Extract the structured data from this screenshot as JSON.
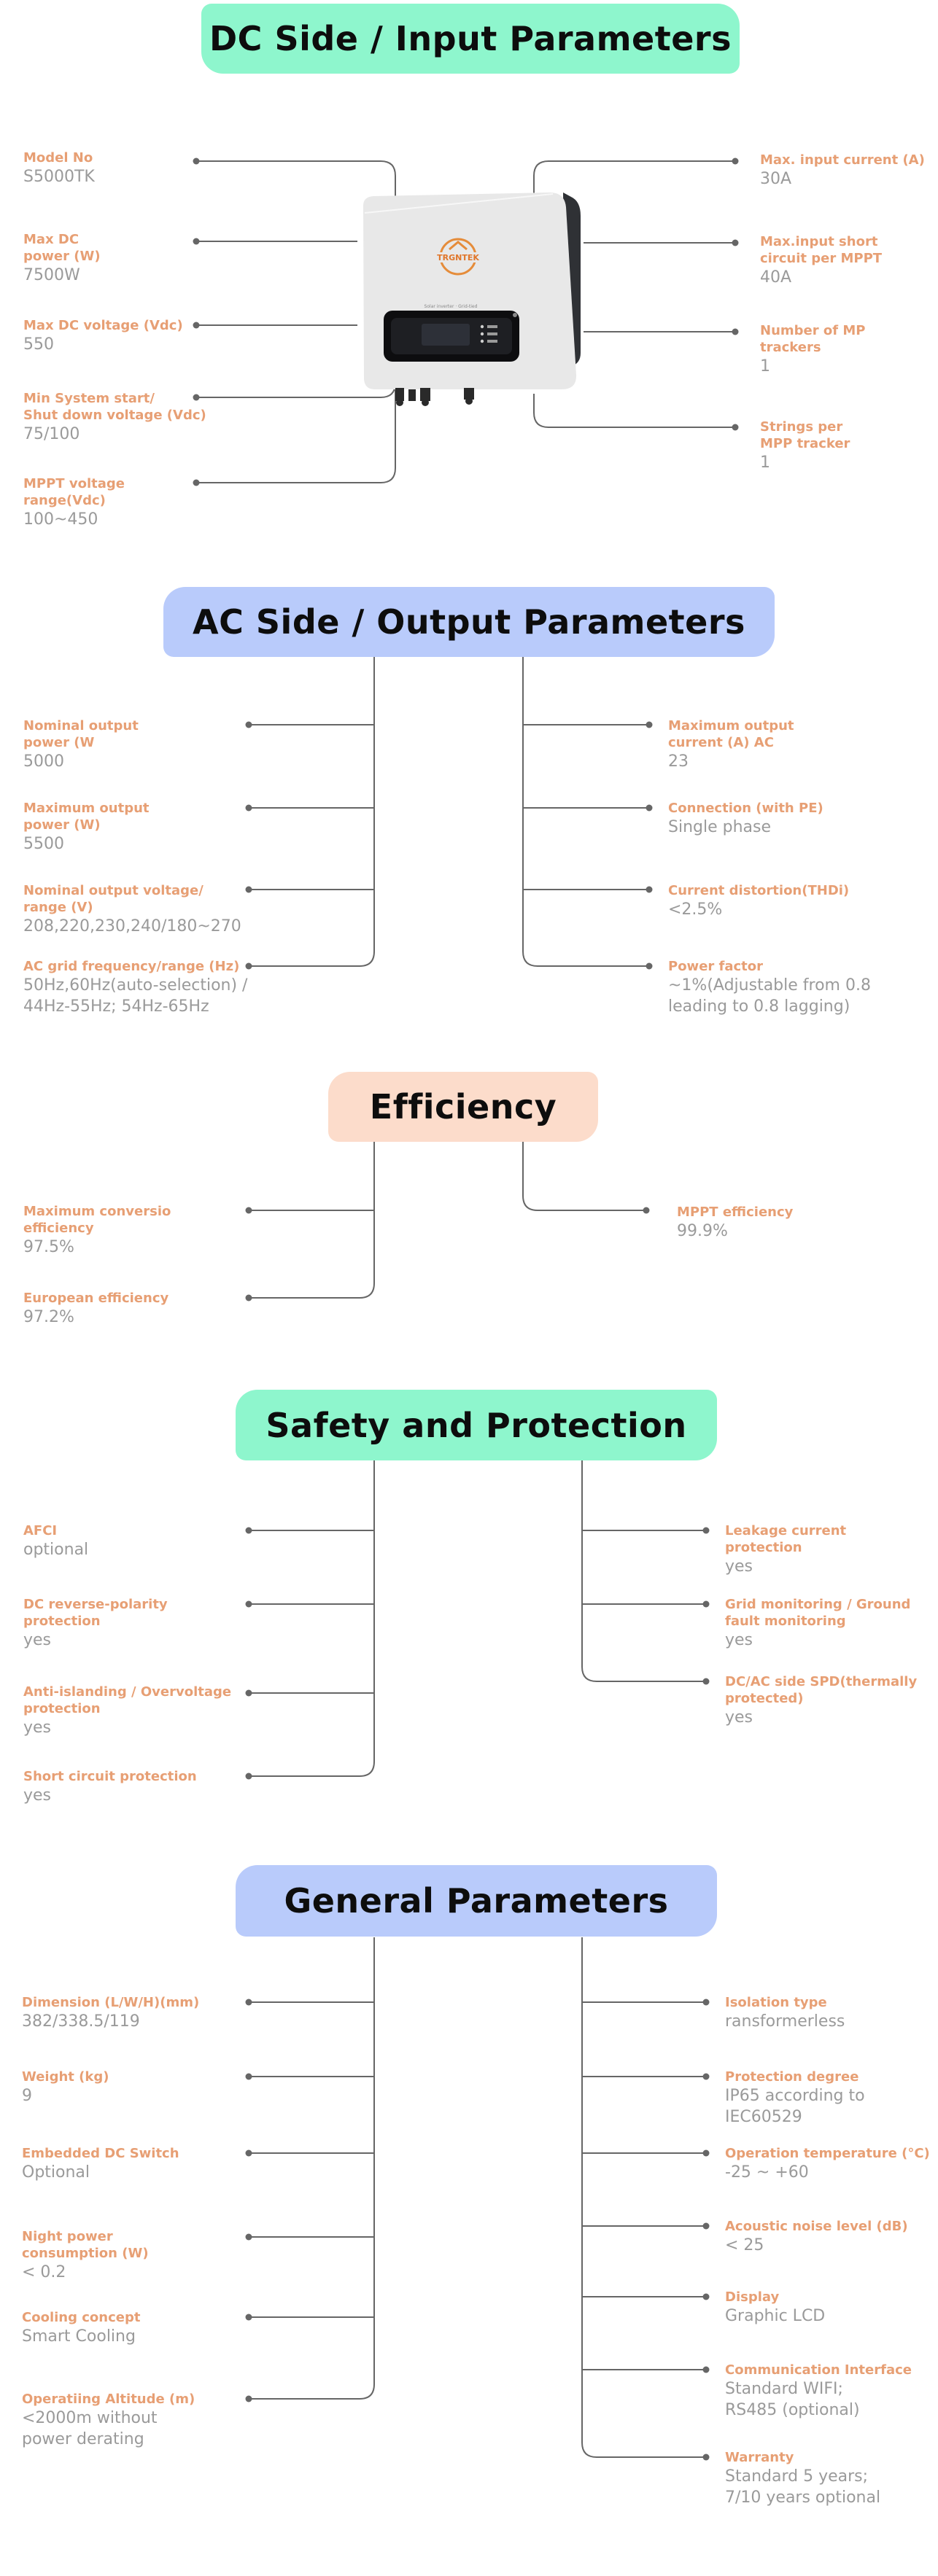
{
  "sections": {
    "dc": {
      "title": "DC Side / Input Parameters",
      "left": [
        {
          "label": "Model No",
          "value": "S5000TK"
        },
        {
          "label": "Max DC\npower (W)",
          "value": "7500W"
        },
        {
          "label": "Max DC voltage (Vdc)",
          "value": "550"
        },
        {
          "label": "Min System start/\nShut down voltage (Vdc)",
          "value": "75/100"
        },
        {
          "label": "MPPT voltage\nrange(Vdc)",
          "value": "100~450"
        }
      ],
      "right": [
        {
          "label": "Max. input current (A)",
          "value": "30A"
        },
        {
          "label": "Max.input short\ncircuit per MPPT",
          "value": "40A"
        },
        {
          "label": "Number of MP\n trackers",
          "value": "1"
        },
        {
          "label": "Strings per\nMPP tracker",
          "value": "1"
        }
      ]
    },
    "ac": {
      "title": "AC Side / Output Parameters",
      "left": [
        {
          "label": "Nominal output\npower (W",
          "value": "5000"
        },
        {
          "label": "Maximum output\npower (W)",
          "value": "5500"
        },
        {
          "label": "Nominal output voltage/\nrange (V)",
          "value": "208,220,230,240/180~270"
        },
        {
          "label": "AC grid frequency/range (Hz)",
          "value": "50Hz,60Hz(auto-selection) /\n44Hz-55Hz; 54Hz-65Hz"
        }
      ],
      "right": [
        {
          "label": "Maximum output\ncurrent (A) AC",
          "value": "23"
        },
        {
          "label": "Connection (with PE)",
          "value": "Single phase"
        },
        {
          "label": "Current distortion(THDi)",
          "value": "<2.5%"
        },
        {
          "label": "Power factor",
          "value": "~1%(Adjustable from 0.8\nleading to 0.8 lagging)"
        }
      ]
    },
    "eff": {
      "title": "Efficiency",
      "left": [
        {
          "label": "Maximum conversio\nefficiency",
          "value": "97.5%"
        },
        {
          "label": "European efficiency",
          "value": "97.2%"
        }
      ],
      "right": [
        {
          "label": "MPPT efficiency",
          "value": "99.9%"
        }
      ]
    },
    "safety": {
      "title": "Safety and Protection",
      "left": [
        {
          "label": "AFCI",
          "value": "optional"
        },
        {
          "label": "DC reverse-polarity\nprotection",
          "value": "yes"
        },
        {
          "label": "Anti-islanding / Overvoltage\nprotection",
          "value": "yes"
        },
        {
          "label": "Short circuit protection",
          "value": "yes"
        }
      ],
      "right": [
        {
          "label": "Leakage current\nprotection",
          "value": "yes"
        },
        {
          "label": "Grid monitoring / Ground\nfault monitoring",
          "value": "yes"
        },
        {
          "label": "DC/AC side SPD(thermally\nprotected)",
          "value": "yes"
        }
      ]
    },
    "general": {
      "title": "General Parameters",
      "left": [
        {
          "label": "Dimension (L/W/H)(mm)",
          "value": "382/338.5/119"
        },
        {
          "label": "Weight (kg)",
          "value": "9"
        },
        {
          "label": "Embedded DC Switch",
          "value": "Optional"
        },
        {
          "label": "Night power\nconsumption (W)",
          "value": "< 0.2"
        },
        {
          "label": "Cooling concept",
          "value": "Smart Cooling"
        },
        {
          "label": "Operatiing Altitude (m)",
          "value": "<2000m without\npower derating"
        }
      ],
      "right": [
        {
          "label": "Isolation type",
          "value": "ransformerless"
        },
        {
          "label": "Protection degree",
          "value": "IP65 according to\nIEC60529"
        },
        {
          "label": "Operation temperature (°C)",
          "value": "-25 ~ +60"
        },
        {
          "label": "Acoustic noise level (dB)",
          "value": "< 25"
        },
        {
          "label": "Display",
          "value": "Graphic LCD"
        },
        {
          "label": "Communication Interface",
          "value": "Standard WIFI;\nRS485 (optional)"
        },
        {
          "label": "Warranty",
          "value": "Standard 5 years;\n7/10 years optional"
        }
      ]
    }
  },
  "product_image": {
    "brand": "TRGNTEK",
    "icon": "solar-inverter-icon"
  },
  "colors": {
    "label": "#e79f74",
    "value": "#9a9a9a",
    "line": "#666666",
    "banner_green": "#8ef6cd",
    "banner_blue": "#b9cbfb",
    "banner_peach": "#fcdccb"
  }
}
